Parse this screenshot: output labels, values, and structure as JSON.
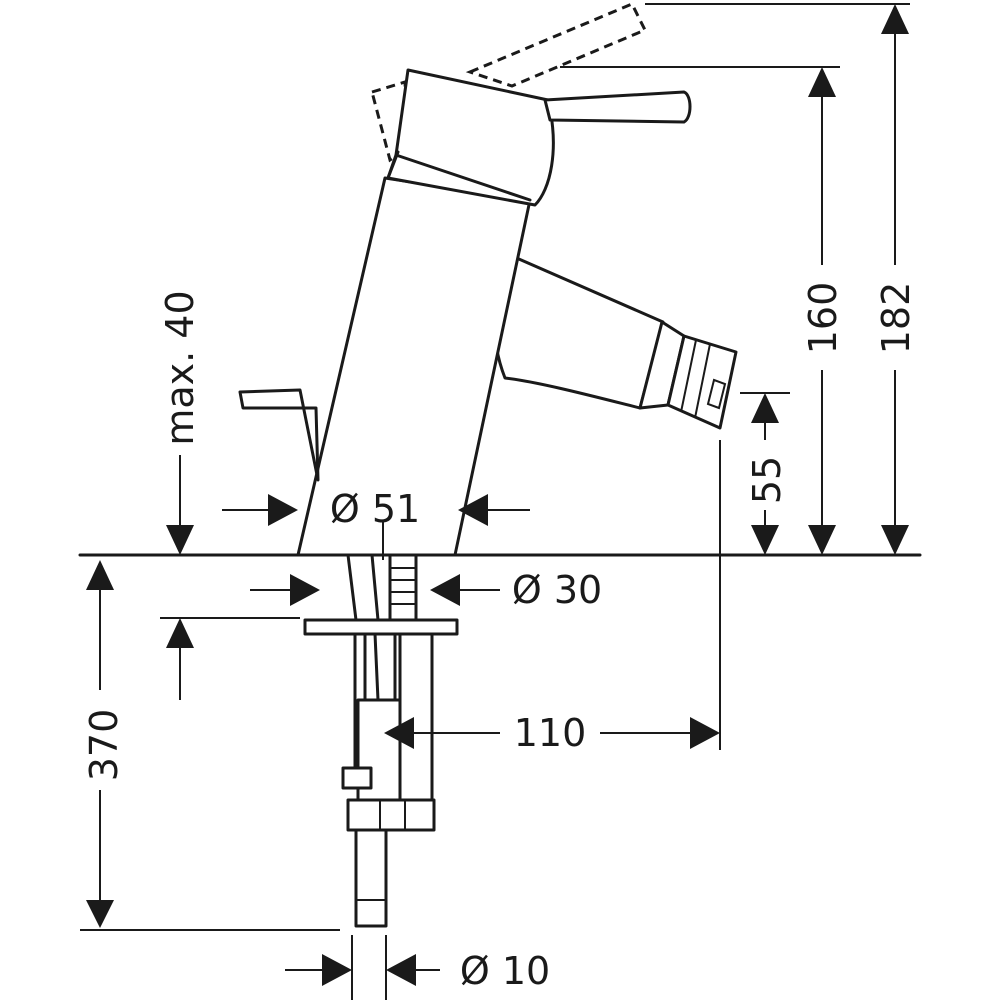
{
  "dimensions": {
    "max_thickness": "max. 40",
    "body_diameter": "Ø 51",
    "shank_diameter": "Ø 30",
    "hose_length": "370",
    "spout_projection": "110",
    "spout_height": "55",
    "lever_height": "160",
    "total_height": "182",
    "hose_diameter": "Ø 10"
  }
}
